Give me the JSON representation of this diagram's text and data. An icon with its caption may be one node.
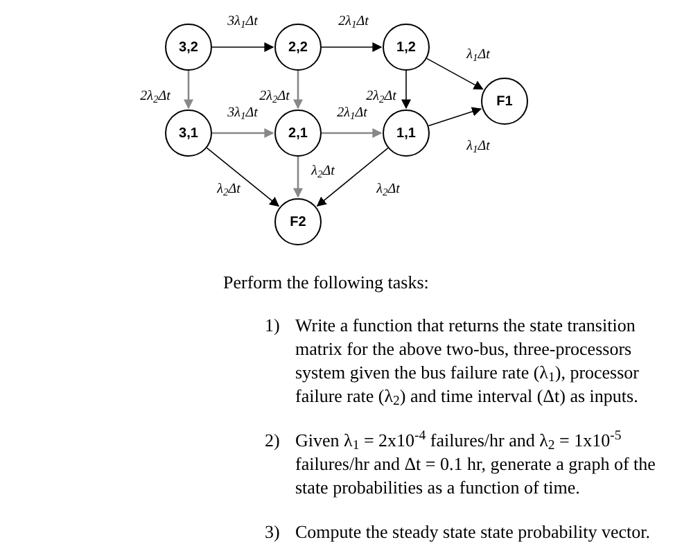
{
  "diagram": {
    "nodes": [
      {
        "text": [
          "3,2"
        ]
      },
      {
        "text": [
          "2,2"
        ]
      },
      {
        "text": [
          "1,2"
        ]
      },
      {
        "text": [
          "F1"
        ]
      },
      {
        "text": [
          "3,1"
        ]
      },
      {
        "text": [
          "2,1"
        ]
      },
      {
        "text": [
          "1,1"
        ]
      },
      {
        "text": [
          "F2"
        ]
      }
    ],
    "edges": [
      {
        "from": 0,
        "to": 1,
        "arrow": "to",
        "label": "3λ$_{1}$Δt"
      },
      {
        "from": 1,
        "to": 2,
        "arrow": "to",
        "label": "2λ$_{1}$Δt"
      },
      {
        "from": 2,
        "to": 3,
        "arrow": "to",
        "label": "λ$_{1}$Δt"
      },
      {
        "from": 0,
        "to": 4,
        "arrow": "to",
        "label": "2λ$_{2}$Δt",
        "color": "#888888"
      },
      {
        "from": 1,
        "to": 5,
        "arrow": "to",
        "label": "2λ$_{2}$Δt",
        "color": "#888888"
      },
      {
        "from": 2,
        "to": 6,
        "arrow": "to",
        "label": "2λ$_{2}$Δt"
      },
      {
        "from": 4,
        "to": 5,
        "arrow": "to",
        "label": "3λ$_{1}$Δt",
        "color": "#888888"
      },
      {
        "from": 5,
        "to": 6,
        "arrow": "to",
        "label": "2λ$_{1}$Δt",
        "color": "#888888"
      },
      {
        "from": 6,
        "to": 3,
        "arrow": "to",
        "label": "λ$_{1}$Δt"
      },
      {
        "from": 4,
        "to": 7,
        "arrow": "to",
        "label": "λ$_{2}$Δt"
      },
      {
        "from": 5,
        "to": 7,
        "arrow": "to",
        "label": "λ$_{2}$Δt",
        "color": "#888888"
      },
      {
        "from": 6,
        "to": 7,
        "arrow": "to",
        "label": "λ$_{2}$Δt"
      }
    ],
    "labels": [
      "Perform the following tasks:",
      "1)",
      "Write a function that returns the state transition matrix for the above two-bus, three-processors system given the bus failure rate (λ$_{1}$), processor failure rate (λ$_{2}$) and time interval (Δt) as inputs.",
      "2)",
      "Given λ$_{1}$ = 2x10$^{-4}$ failures/hr and λ$_{2}$ = 1x10$^{-5}$ failures/hr and Δt = 0.1 hr, generate a graph of the state probabilities as a function of time.",
      "3)",
      "Compute the steady state state probability vector."
    ]
  }
}
